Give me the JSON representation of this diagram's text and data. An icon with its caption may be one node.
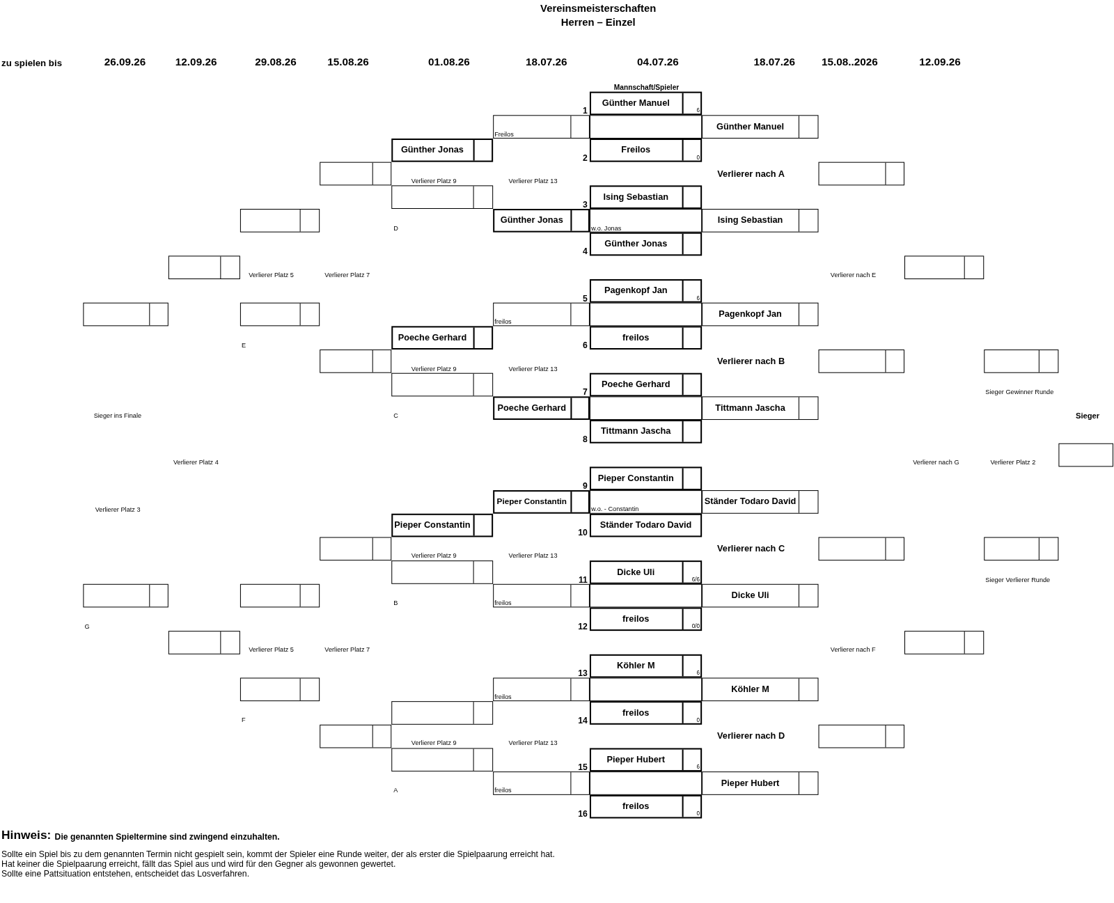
{
  "diagram": {
    "title": "Vereinsmeisterschaften Herren – Einzel",
    "nodes": [
      {
        "text": [
          "Günther Manuel",
          "6"
        ],
        "beside": [
          "1"
        ]
      },
      {
        "text": [],
        "shape": "box"
      },
      {
        "text": [],
        "shape": "box"
      },
      {
        "text": [
          "Günther Manuel"
        ]
      },
      {
        "text": [
          "Günther Jonas"
        ]
      },
      {
        "text": [
          "Freilos",
          "0"
        ],
        "beside": [
          "2"
        ]
      },
      {
        "text": [],
        "shape": "box"
      },
      {
        "text": [],
        "shape": "box"
      },
      {
        "text": [],
        "shape": "box"
      },
      {
        "text": [
          "Ising Sebastian"
        ],
        "beside": [
          "3"
        ]
      },
      {
        "text": [],
        "shape": "box"
      },
      {
        "text": [
          "Günther Jonas"
        ]
      },
      {
        "text": [],
        "shape": "box"
      },
      {
        "text": [
          "Ising Sebastian"
        ]
      },
      {
        "text": [
          "Günther Jonas"
        ],
        "beside": [
          "4"
        ]
      },
      {
        "text": [],
        "shape": "box"
      },
      {
        "text": [],
        "shape": "box"
      },
      {
        "text": [
          "Pagenkopf Jan",
          "6"
        ],
        "beside": [
          "5"
        ]
      },
      {
        "text": [],
        "shape": "box"
      },
      {
        "text": [],
        "shape": "box"
      },
      {
        "text": [],
        "shape": "box"
      },
      {
        "text": [],
        "shape": "box"
      },
      {
        "text": [
          "Pagenkopf Jan"
        ]
      },
      {
        "text": [
          "Poeche Gerhard"
        ]
      },
      {
        "text": [
          "freilos"
        ],
        "beside": [
          "6"
        ]
      },
      {
        "text": [],
        "shape": "box"
      },
      {
        "text": [],
        "shape": "box"
      },
      {
        "text": [],
        "shape": "box"
      },
      {
        "text": [],
        "shape": "box"
      },
      {
        "text": [
          "Poeche Gerhard"
        ],
        "beside": [
          "7"
        ]
      },
      {
        "text": [
          "Poeche Gerhard"
        ]
      },
      {
        "text": [],
        "shape": "box"
      },
      {
        "text": [
          "Tittmann  Jascha"
        ]
      },
      {
        "text": [
          "Tittmann  Jascha"
        ],
        "beside": [
          "8"
        ]
      },
      {
        "text": [],
        "shape": "box"
      },
      {
        "text": [
          "Pieper Constantin"
        ],
        "beside": [
          "9"
        ]
      },
      {
        "text": [
          "Pieper Constantin"
        ]
      },
      {
        "text": [],
        "shape": "box"
      },
      {
        "text": [
          "Ständer Todaro David"
        ]
      },
      {
        "text": [
          "Pieper Constantin"
        ]
      },
      {
        "text": [
          "Ständer Todaro David"
        ],
        "beside": [
          "10"
        ]
      },
      {
        "text": [],
        "shape": "box"
      },
      {
        "text": [],
        "shape": "box"
      },
      {
        "text": [],
        "shape": "box"
      },
      {
        "text": [],
        "shape": "box"
      },
      {
        "text": [
          "Dicke Uli",
          "6/6"
        ],
        "beside": [
          "11"
        ]
      },
      {
        "text": [],
        "shape": "box"
      },
      {
        "text": [],
        "shape": "box"
      },
      {
        "text": [],
        "shape": "box"
      },
      {
        "text": [],
        "shape": "box"
      },
      {
        "text": [
          "Dicke Uli"
        ]
      },
      {
        "text": [
          "freilos",
          "0/0"
        ],
        "beside": [
          "12"
        ]
      },
      {
        "text": [],
        "shape": "box"
      },
      {
        "text": [],
        "shape": "box"
      },
      {
        "text": [
          "Köhler M",
          "6"
        ],
        "beside": [
          "13"
        ]
      },
      {
        "text": [],
        "shape": "box"
      },
      {
        "text": [],
        "shape": "box"
      },
      {
        "text": [],
        "shape": "box"
      },
      {
        "text": [
          "Köhler M"
        ]
      },
      {
        "text": [],
        "shape": "box"
      },
      {
        "text": [
          "freilos",
          "0"
        ],
        "beside": [
          "14"
        ]
      },
      {
        "text": [],
        "shape": "box"
      },
      {
        "text": [],
        "shape": "box"
      },
      {
        "text": [],
        "shape": "box"
      },
      {
        "text": [
          "Pieper Hubert",
          "6"
        ],
        "beside": [
          "15"
        ]
      },
      {
        "text": [],
        "shape": "box"
      },
      {
        "text": [],
        "shape": "box"
      },
      {
        "text": [
          "Pieper Hubert"
        ]
      },
      {
        "text": [
          "freilos",
          "0"
        ],
        "beside": [
          "16"
        ]
      }
    ],
    "labels": [
      "zu spielen bis",
      "26.09.26",
      "12.09.26",
      "29.08.26",
      "15.08.26",
      "01.08.26",
      "18.07.26",
      "04.07.26",
      "18.07.26",
      "15.08..2026",
      "12.09.26",
      "Mannschaft/Spieler",
      "Freilos",
      "Verlierer nach A",
      "Verlierer Platz 9",
      "Verlierer Platz 13",
      "D",
      "w.o. Jonas",
      "Verlierer Platz 5",
      "Verlierer Platz 7",
      "Verlierer nach E",
      "freilos",
      "E",
      "Verlierer nach B",
      "Verlierer Platz 9",
      "Verlierer Platz 13",
      "Sieger Gewinner Runde",
      "Sieger ins Finale",
      "C",
      "Sieger",
      "Verlierer Platz 4",
      "Verlierer nach G",
      "Verlierer Platz 2",
      "Verlierer Platz 3",
      "w.o. - Constantin",
      "Verlierer nach C",
      "Verlierer Platz 9",
      "Verlierer Platz 13",
      "Sieger Verlierer Runde",
      "B",
      "freilos",
      "G",
      "Verlierer Platz 5",
      "Verlierer Platz 7",
      "Verlierer nach F",
      "freilos",
      "F",
      "Verlierer nach D",
      "Verlierer Platz 9",
      "Verlierer Platz 13",
      "A",
      "freilos",
      "Hinweis:",
      "Die genannten Spieltermine sind zwingend einzuhalten.",
      "Sollte ein Spiel bis zu dem genannten Termin nicht gespielt sein, kommt der Spieler eine Runde weiter, der als erster die Spielpaarung erreicht hat.",
      "Hat keiner die Spielpaarung erreicht, fällt das Spiel aus und wird für den Gegner als gewonnen gewertet.",
      "Sollte eine Pattsituation entstehen, entscheidet das Losverfahren."
    ]
  }
}
